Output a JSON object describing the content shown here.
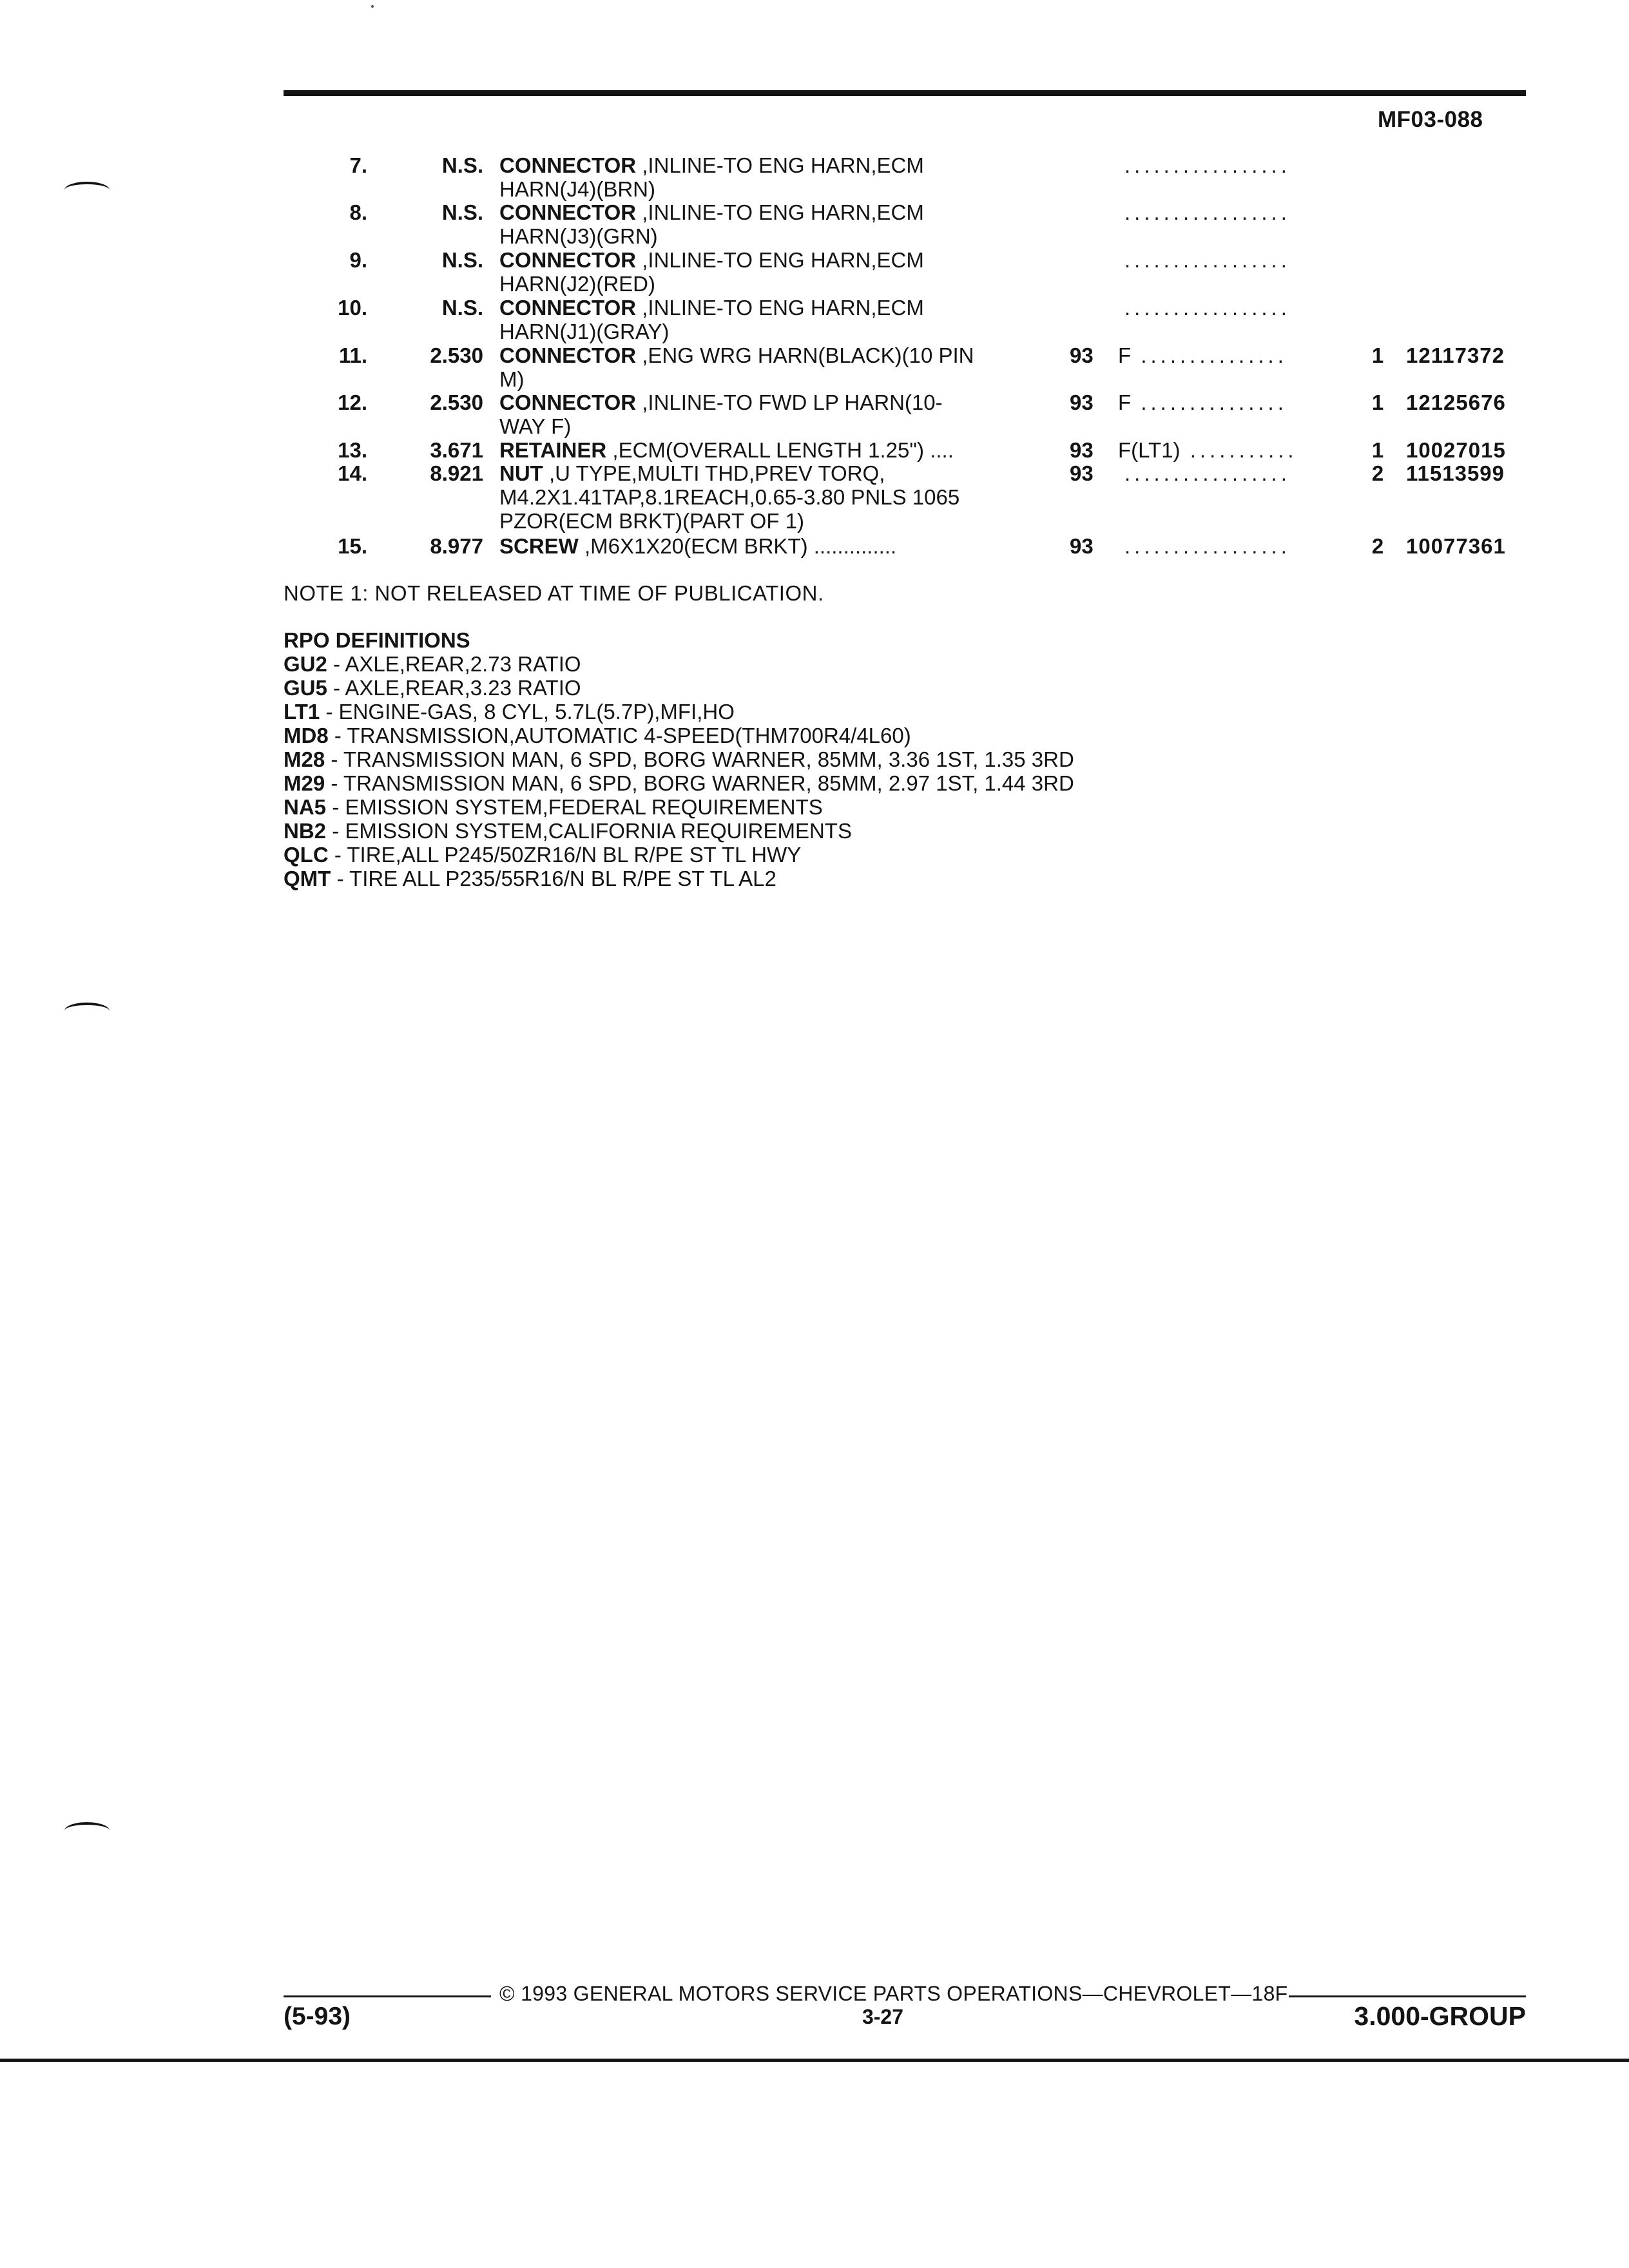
{
  "header": {
    "doc_id": "MF03-088"
  },
  "parts": [
    {
      "num": "7.",
      "group": "N.S.",
      "name": "CONNECTOR",
      "desc": " ,INLINE-TO ENG HARN,ECM",
      "desc2": "HARN(J4)(BRN)",
      "year": "",
      "fit": "",
      "qty": "",
      "part_no": ""
    },
    {
      "num": "8.",
      "group": "N.S.",
      "name": "CONNECTOR",
      "desc": " ,INLINE-TO ENG HARN,ECM",
      "desc2": "HARN(J3)(GRN)",
      "year": "",
      "fit": "",
      "qty": "",
      "part_no": ""
    },
    {
      "num": "9.",
      "group": "N.S.",
      "name": "CONNECTOR",
      "desc": " ,INLINE-TO ENG HARN,ECM",
      "desc2": "HARN(J2)(RED)",
      "year": "",
      "fit": "",
      "qty": "",
      "part_no": ""
    },
    {
      "num": "10.",
      "group": "N.S.",
      "name": "CONNECTOR",
      "desc": " ,INLINE-TO ENG HARN,ECM",
      "desc2": "HARN(J1)(GRAY)",
      "year": "",
      "fit": "",
      "qty": "",
      "part_no": ""
    },
    {
      "num": "11.",
      "group": "2.530",
      "name": "CONNECTOR",
      "desc": " ,ENG WRG HARN(BLACK)(10 PIN",
      "desc2": "M)",
      "year": "93",
      "fit": "F",
      "qty": "1",
      "part_no": "12117372"
    },
    {
      "num": "12.",
      "group": "2.530",
      "name": "CONNECTOR",
      "desc": " ,INLINE-TO FWD LP HARN(10-",
      "desc2": "WAY F)",
      "year": "93",
      "fit": "F",
      "qty": "1",
      "part_no": "12125676"
    },
    {
      "num": "13.",
      "group": "3.671",
      "name": "RETAINER",
      "desc": " ,ECM(OVERALL LENGTH 1.25\") ....",
      "desc2": "",
      "year": "93",
      "fit": "F(LT1)",
      "qty": "1",
      "part_no": "10027015"
    },
    {
      "num": "14.",
      "group": "8.921",
      "name": "NUT",
      "desc": " ,U TYPE,MULTI THD,PREV TORQ,",
      "desc2": "M4.2X1.41TAP,8.1REACH,0.65-3.80 PNLS 1065",
      "desc3": "PZOR(ECM BRKT)(PART OF 1)",
      "year": "93",
      "fit": "",
      "qty": "2",
      "part_no": "11513599"
    },
    {
      "num": "15.",
      "group": "8.977",
      "name": "SCREW",
      "desc": " ,M6X1X20(ECM BRKT) ..............",
      "desc2": "",
      "year": "93",
      "fit": "",
      "qty": "2",
      "part_no": "10077361"
    }
  ],
  "note": "NOTE  1:  NOT RELEASED AT TIME OF PUBLICATION.",
  "rpo": {
    "title": "RPO DEFINITIONS",
    "items": [
      {
        "code": "GU2",
        "text": " - AXLE,REAR,2.73 RATIO"
      },
      {
        "code": "GU5",
        "text": " - AXLE,REAR,3.23 RATIO"
      },
      {
        "code": "LT1",
        "text": " - ENGINE-GAS, 8 CYL, 5.7L(5.7P),MFI,HO"
      },
      {
        "code": "MD8",
        "text": " - TRANSMISSION,AUTOMATIC 4-SPEED(THM700R4/4L60)"
      },
      {
        "code": "M28",
        "text": " - TRANSMISSION MAN, 6 SPD, BORG WARNER, 85MM, 3.36 1ST, 1.35 3RD"
      },
      {
        "code": "M29",
        "text": " - TRANSMISSION MAN, 6 SPD, BORG WARNER, 85MM, 2.97 1ST, 1.44 3RD"
      },
      {
        "code": "NA5",
        "text": " - EMISSION SYSTEM,FEDERAL REQUIREMENTS"
      },
      {
        "code": "NB2",
        "text": " - EMISSION SYSTEM,CALIFORNIA REQUIREMENTS"
      },
      {
        "code": "QLC",
        "text": " - TIRE,ALL P245/50ZR16/N BL R/PE ST TL HWY"
      },
      {
        "code": "QMT",
        "text": " - TIRE ALL P235/55R16/N BL R/PE ST TL AL2"
      }
    ]
  },
  "footer": {
    "copyright": "© 1993  GENERAL MOTORS SERVICE PARTS OPERATIONS—CHEVROLET—18F",
    "date": "(5-93)",
    "page": "3-27",
    "group": "3.000-GROUP"
  }
}
